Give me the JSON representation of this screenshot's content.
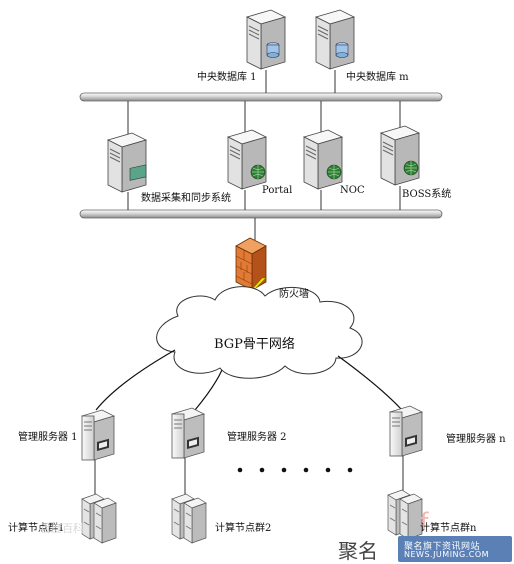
{
  "labels": {
    "db1": "中央数据库 1",
    "dbm": "中央数据库 m",
    "collector": "数据采集和同步系统",
    "portal": "Portal",
    "noc": "NOC",
    "boss": "BOSS系统",
    "firewall": "防火墙",
    "backbone": "BGP骨干网络",
    "mgr1": "管理服务器 1",
    "mgr2": "管理服务器 2",
    "mgrn": "管理服务器 n",
    "cluster1": "计算节点群1",
    "cluster2": "计算节点群2",
    "clustern": "计算节点群n"
  },
  "watermark": {
    "logo": "聚名",
    "line1": "聚名旗下资讯网站",
    "line2": "NEWS.JUMING.COM",
    "faint": "百度百科"
  },
  "colors": {
    "server_body": "#e9e9e9",
    "server_dark": "#9a9a9a",
    "db_cyl": "#9fc6e8",
    "globe": "#2e7d32",
    "firewall": "#d2691e",
    "lightning": "#f2e600",
    "bus": "#dcdcdc",
    "watermark_band": "#5b80b5"
  }
}
